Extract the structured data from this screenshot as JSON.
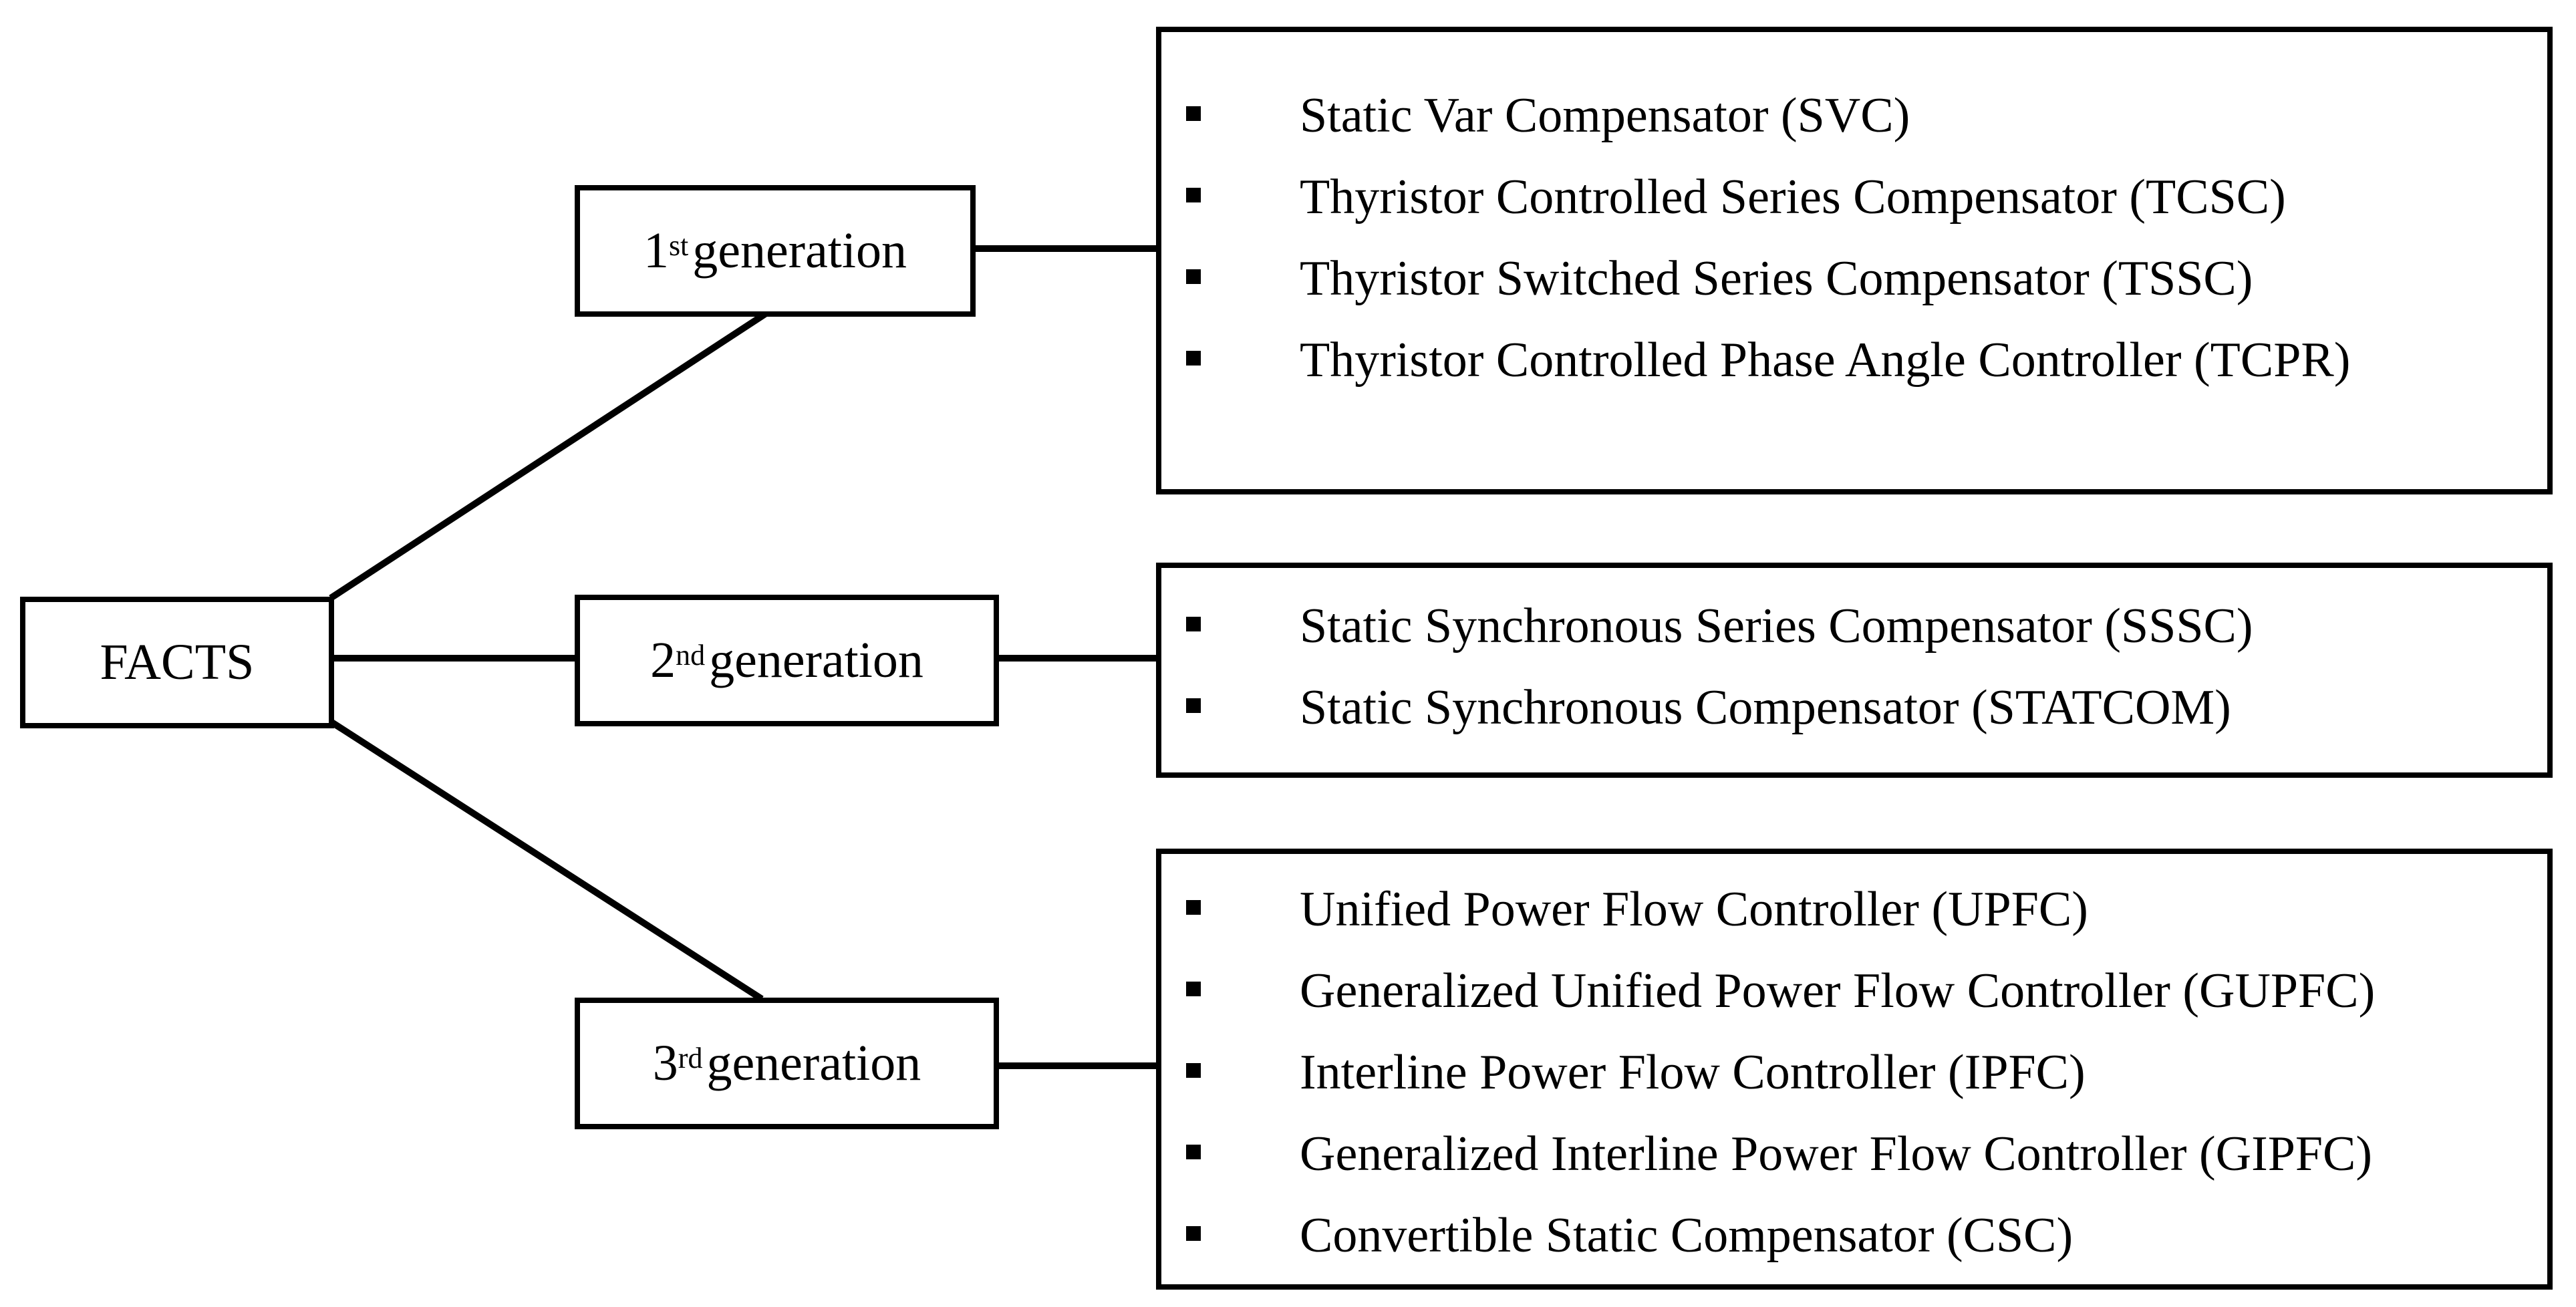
{
  "root": {
    "label": "FACTS"
  },
  "generations": [
    {
      "num": "1",
      "suffix": "st",
      "label": "generation",
      "items": [
        "Static Var Compensator (SVC)",
        "Thyristor Controlled Series Compensator (TCSC)",
        "Thyristor Switched Series Compensator (TSSC)",
        "Thyristor Controlled Phase Angle Controller (TCPR)"
      ]
    },
    {
      "num": "2",
      "suffix": "nd",
      "label": "generation",
      "items": [
        "Static Synchronous Series Compensator (SSSC)",
        "Static Synchronous Compensator (STATCOM)"
      ]
    },
    {
      "num": "3",
      "suffix": "rd",
      "label": "generation",
      "items": [
        "Unified Power Flow Controller (UPFC)",
        "Generalized Unified Power Flow Controller (GUPFC)",
        "Interline Power Flow Controller (IPFC)",
        "Generalized Interline Power Flow Controller (GIPFC)",
        "Convertible Static Compensator (CSC)"
      ]
    }
  ]
}
